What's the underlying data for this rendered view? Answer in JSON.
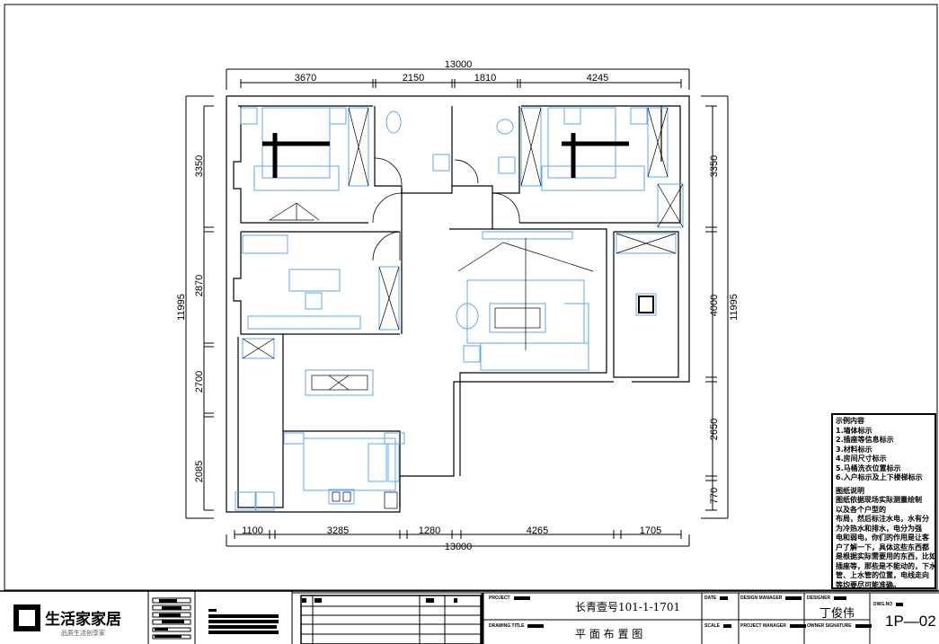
{
  "plan": {
    "dims_top": {
      "total": "13000",
      "parts": [
        "3670",
        "2150",
        "1810",
        "4245"
      ]
    },
    "dims_bottom": {
      "total": "13000",
      "parts": [
        "1100",
        "3285",
        "1280",
        "4265",
        "1705"
      ]
    },
    "dims_left": {
      "total": "11995",
      "parts": [
        "3350",
        "2870",
        "2700",
        "2085"
      ]
    },
    "dims_right": {
      "total": "11995",
      "parts": [
        "3350",
        "4000",
        "2650",
        "770"
      ]
    },
    "wall_color": "#000000",
    "furniture_color": "#5aa9ff"
  },
  "notes": {
    "title": "示例内容",
    "items": [
      "1.墙体标示",
      "2.插座等信息标示",
      "3.材料标示",
      "4.房间尺寸标示",
      "5.马桶洗衣位置标示",
      "6.入户标示及上下楼梯标示"
    ],
    "section_title": "图纸说明",
    "lines": [
      "图纸依据现场实际测量绘制",
      "以及各个户型的",
      "布局，然后标注水电，水有分",
      "为冷热水和排水，电分为强",
      "电和弱电，你们的作用是让客",
      "户了解一下，具体这些东西都",
      "是根据实际需要用的东西，比如",
      "插座等，那些是不能动的，下水",
      "管、上水管的位置，电线走向",
      "等均要尽可能准确。"
    ]
  },
  "title_block": {
    "logo_name": "生活家家居",
    "logo_slogan": "品质生活创享家",
    "project_label": "PROJECT",
    "project_value": "长青壹号101-1-1701",
    "drawing_title_label": "DRAWING TITLE",
    "drawing_title_value": "平 面 布 置 图",
    "date_label": "DATE",
    "scale_label": "SCALE",
    "design_manager_label": "DESIGN MANAGER",
    "project_manager_label": "PROJECT MANAGER",
    "designer_label": "DESIGNER",
    "designer_value": "丁俊伟",
    "owner_signature_label": "OWNER SIGNATURE",
    "dwg_no_label": "DWG.NO",
    "dwg_no_value": "1P—02"
  }
}
